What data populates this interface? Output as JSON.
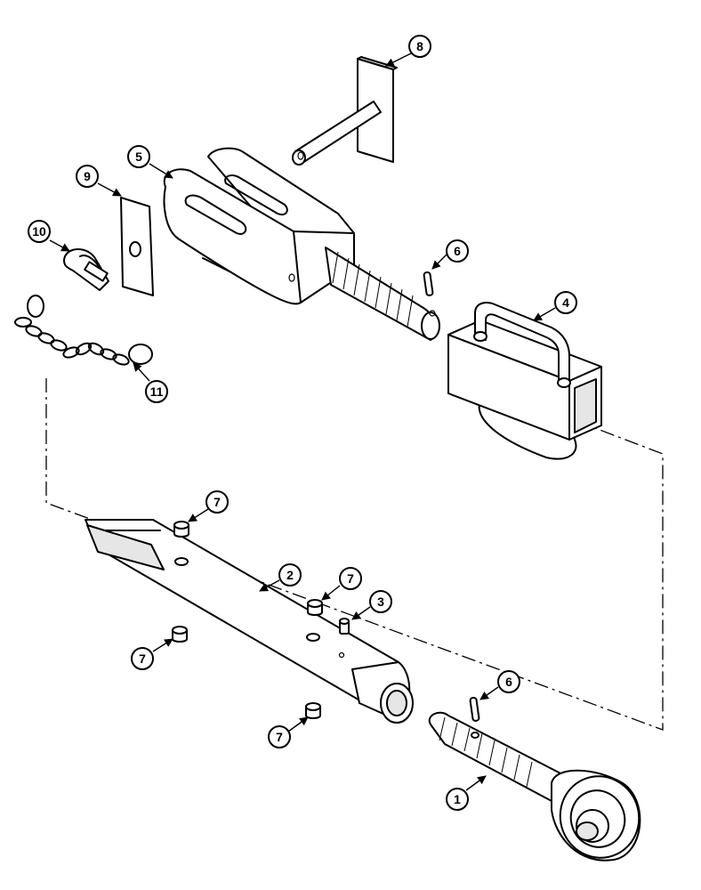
{
  "callouts": {
    "c1": "1",
    "c2": "2",
    "c3": "3",
    "c4": "4",
    "c5": "5",
    "c6a": "6",
    "c6b": "6",
    "c7a": "7",
    "c7b": "7",
    "c7c": "7",
    "c7d": "7",
    "c8": "8",
    "c9": "9",
    "c10": "10",
    "c11": "11"
  }
}
